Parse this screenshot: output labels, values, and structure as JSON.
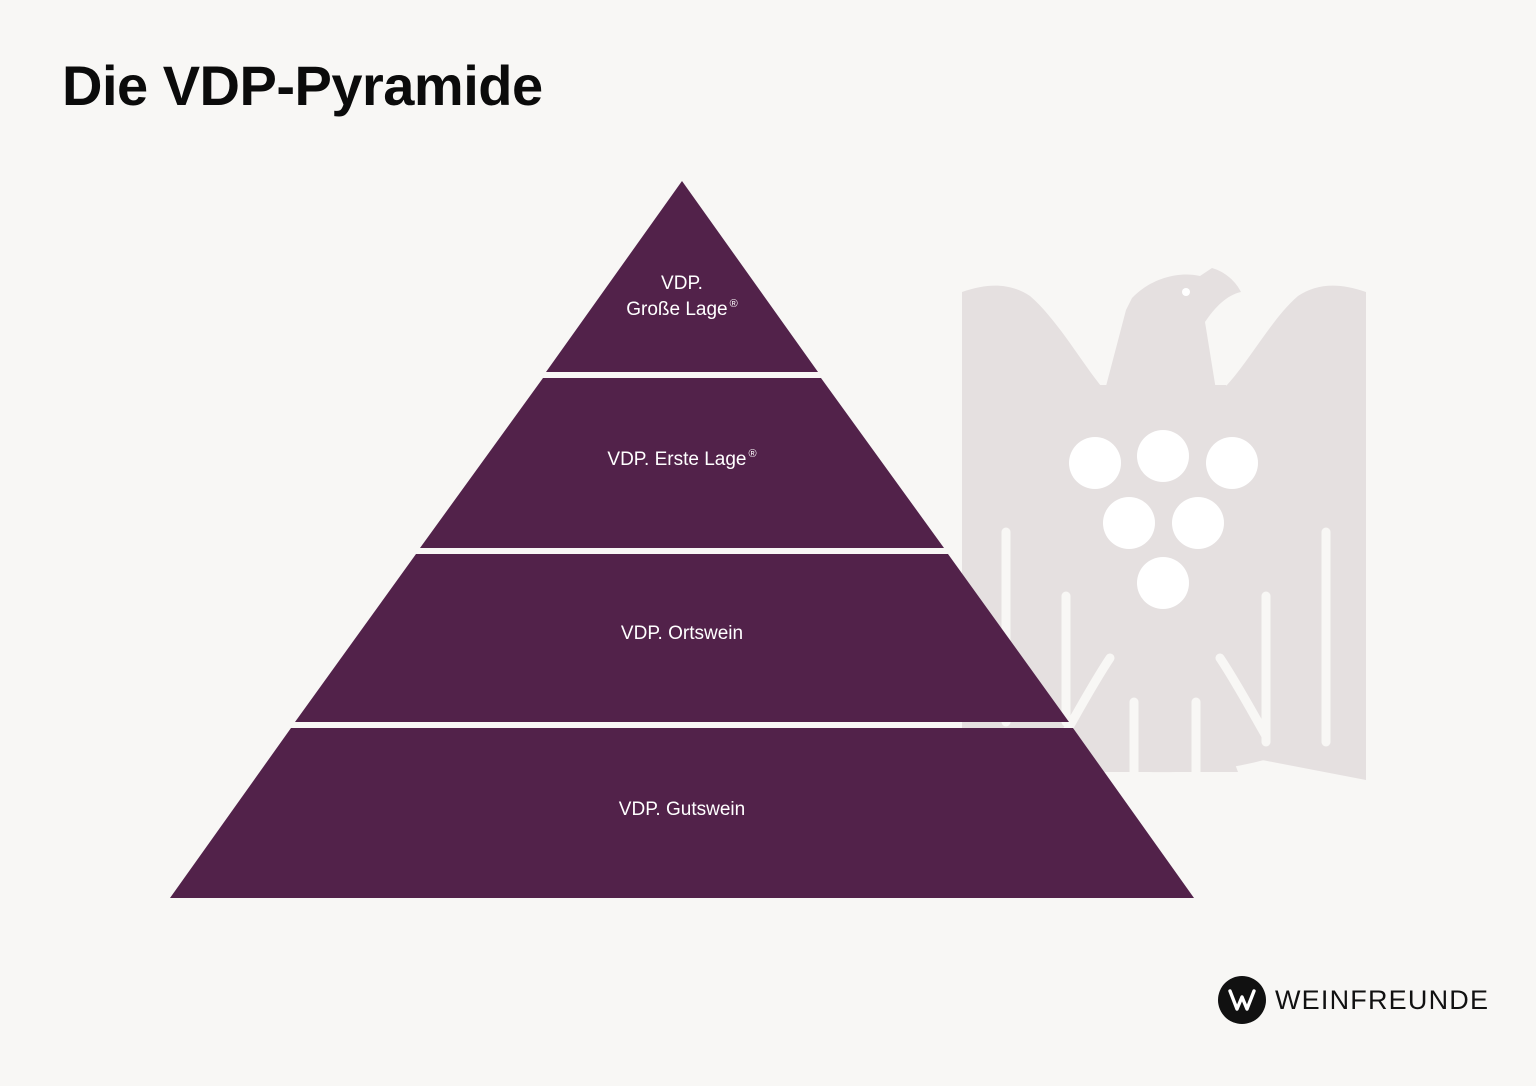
{
  "title": "Die VDP-Pyramide",
  "colors": {
    "background": "#f8f7f5",
    "tier": "#52224a",
    "eagle": "#e5e0e0",
    "grape": "#ffffff",
    "title": "#0b0b0b"
  },
  "pyramid": {
    "tiers": [
      {
        "line1": "VDP.",
        "line2": "Große Lage",
        "mark": "®"
      },
      {
        "line1": "VDP. Erste Lage",
        "mark": "®"
      },
      {
        "line1": "VDP. Ortswein"
      },
      {
        "line1": "VDP. Gutswein"
      }
    ]
  },
  "emblem": {
    "icon": "vdp-eagle-icon",
    "grape_count": 6
  },
  "brand": {
    "name": "WEINFREUNDE",
    "icon": "weinfreunde-logo-icon"
  }
}
